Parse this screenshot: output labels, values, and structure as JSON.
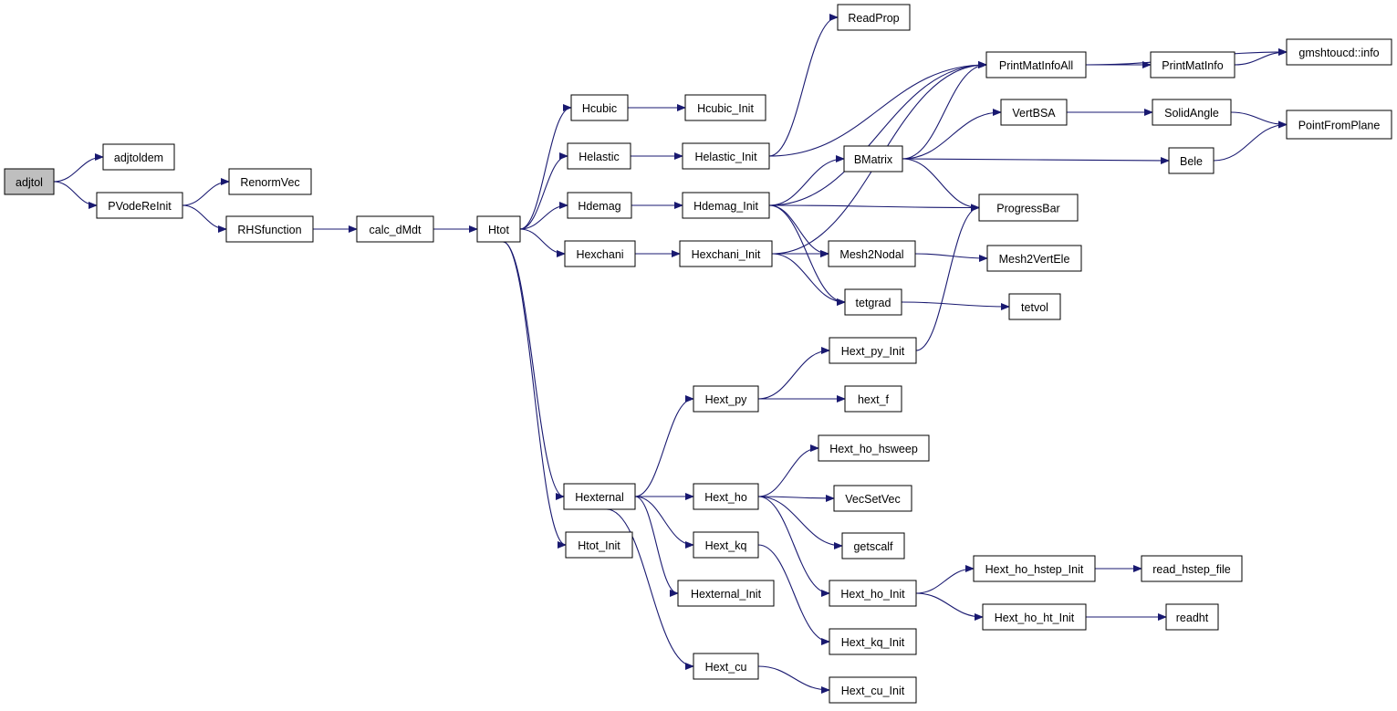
{
  "graph": {
    "root": "adjtol",
    "colors": {
      "edge": "#191970",
      "node_border": "#000000",
      "root_fill": "#bfbfbf",
      "node_fill": "#ffffff"
    },
    "nodes": [
      {
        "id": "adjtol",
        "label": "adjtol"
      },
      {
        "id": "adjtoldem",
        "label": "adjtoldem"
      },
      {
        "id": "PVodeReInit",
        "label": "PVodeReInit"
      },
      {
        "id": "RenormVec",
        "label": "RenormVec"
      },
      {
        "id": "RHSfunction",
        "label": "RHSfunction"
      },
      {
        "id": "calc_dMdt",
        "label": "calc_dMdt"
      },
      {
        "id": "Htot",
        "label": "Htot"
      },
      {
        "id": "Hcubic",
        "label": "Hcubic"
      },
      {
        "id": "Hcubic_Init",
        "label": "Hcubic_Init"
      },
      {
        "id": "Helastic",
        "label": "Helastic"
      },
      {
        "id": "Helastic_Init",
        "label": "Helastic_Init"
      },
      {
        "id": "Hdemag",
        "label": "Hdemag"
      },
      {
        "id": "Hdemag_Init",
        "label": "Hdemag_Init"
      },
      {
        "id": "Hexchani",
        "label": "Hexchani"
      },
      {
        "id": "Hexchani_Init",
        "label": "Hexchani_Init"
      },
      {
        "id": "ReadProp",
        "label": "ReadProp"
      },
      {
        "id": "PrintMatInfoAll",
        "label": "PrintMatInfoAll"
      },
      {
        "id": "PrintMatInfo",
        "label": "PrintMatInfo"
      },
      {
        "id": "gmshtoucd_info",
        "label": "gmshtoucd::info"
      },
      {
        "id": "VertBSA",
        "label": "VertBSA"
      },
      {
        "id": "SolidAngle",
        "label": "SolidAngle"
      },
      {
        "id": "PointFromPlane",
        "label": "PointFromPlane"
      },
      {
        "id": "BMatrix",
        "label": "BMatrix"
      },
      {
        "id": "Bele",
        "label": "Bele"
      },
      {
        "id": "ProgressBar",
        "label": "ProgressBar"
      },
      {
        "id": "Mesh2Nodal",
        "label": "Mesh2Nodal"
      },
      {
        "id": "Mesh2VertEle",
        "label": "Mesh2VertEle"
      },
      {
        "id": "tetgrad",
        "label": "tetgrad"
      },
      {
        "id": "tetvol",
        "label": "tetvol"
      },
      {
        "id": "Hext_py_Init",
        "label": "Hext_py_Init"
      },
      {
        "id": "Hext_py",
        "label": "Hext_py"
      },
      {
        "id": "hext_f",
        "label": "hext_f"
      },
      {
        "id": "Hext_ho_hsweep",
        "label": "Hext_ho_hsweep"
      },
      {
        "id": "Hexternal",
        "label": "Hexternal"
      },
      {
        "id": "Hext_ho",
        "label": "Hext_ho"
      },
      {
        "id": "VecSetVec",
        "label": "VecSetVec"
      },
      {
        "id": "getscalf",
        "label": "getscalf"
      },
      {
        "id": "Htot_Init",
        "label": "Htot_Init"
      },
      {
        "id": "Hext_kq",
        "label": "Hext_kq"
      },
      {
        "id": "Hext_ho_hstep_Init",
        "label": "Hext_ho_hstep_Init"
      },
      {
        "id": "read_hstep_file",
        "label": "read_hstep_file"
      },
      {
        "id": "Hexternal_Init",
        "label": "Hexternal_Init"
      },
      {
        "id": "Hext_ho_Init",
        "label": "Hext_ho_Init"
      },
      {
        "id": "Hext_ho_ht_Init",
        "label": "Hext_ho_ht_Init"
      },
      {
        "id": "readht",
        "label": "readht"
      },
      {
        "id": "Hext_kq_Init",
        "label": "Hext_kq_Init"
      },
      {
        "id": "Hext_cu",
        "label": "Hext_cu"
      },
      {
        "id": "Hext_cu_Init",
        "label": "Hext_cu_Init"
      }
    ],
    "edges": [
      [
        "adjtol",
        "adjtoldem"
      ],
      [
        "adjtol",
        "PVodeReInit"
      ],
      [
        "PVodeReInit",
        "RenormVec"
      ],
      [
        "PVodeReInit",
        "RHSfunction"
      ],
      [
        "RHSfunction",
        "calc_dMdt"
      ],
      [
        "calc_dMdt",
        "Htot"
      ],
      [
        "Htot",
        "Hcubic"
      ],
      [
        "Htot",
        "Helastic"
      ],
      [
        "Htot",
        "Hdemag"
      ],
      [
        "Htot",
        "Hexchani"
      ],
      [
        "Htot",
        "Hexternal"
      ],
      [
        "Htot",
        "Htot_Init"
      ],
      [
        "Hcubic",
        "Hcubic_Init"
      ],
      [
        "Helastic",
        "Helastic_Init"
      ],
      [
        "Helastic_Init",
        "ReadProp"
      ],
      [
        "Helastic_Init",
        "PrintMatInfoAll"
      ],
      [
        "Hdemag",
        "Hdemag_Init"
      ],
      [
        "Hdemag_Init",
        "PrintMatInfoAll"
      ],
      [
        "Hdemag_Init",
        "BMatrix"
      ],
      [
        "Hdemag_Init",
        "ProgressBar"
      ],
      [
        "Hdemag_Init",
        "Mesh2Nodal"
      ],
      [
        "Hdemag_Init",
        "tetgrad"
      ],
      [
        "Hexchani",
        "Hexchani_Init"
      ],
      [
        "Hexchani_Init",
        "PrintMatInfoAll"
      ],
      [
        "Hexchani_Init",
        "Mesh2Nodal"
      ],
      [
        "Hexchani_Init",
        "tetgrad"
      ],
      [
        "PrintMatInfoAll",
        "PrintMatInfo"
      ],
      [
        "PrintMatInfoAll",
        "gmshtoucd_info"
      ],
      [
        "PrintMatInfo",
        "gmshtoucd_info"
      ],
      [
        "BMatrix",
        "PrintMatInfoAll"
      ],
      [
        "BMatrix",
        "VertBSA"
      ],
      [
        "BMatrix",
        "Bele"
      ],
      [
        "BMatrix",
        "ProgressBar"
      ],
      [
        "VertBSA",
        "SolidAngle"
      ],
      [
        "SolidAngle",
        "PointFromPlane"
      ],
      [
        "Bele",
        "PointFromPlane"
      ],
      [
        "Mesh2Nodal",
        "Mesh2VertEle"
      ],
      [
        "tetgrad",
        "tetvol"
      ],
      [
        "Hexternal",
        "Hext_py"
      ],
      [
        "Hexternal",
        "Hext_ho"
      ],
      [
        "Hexternal",
        "Hext_kq"
      ],
      [
        "Hexternal",
        "Hexternal_Init"
      ],
      [
        "Hexternal",
        "Hext_cu"
      ],
      [
        "Hext_py",
        "Hext_py_Init"
      ],
      [
        "Hext_py",
        "hext_f"
      ],
      [
        "Hext_py_Init",
        "ProgressBar"
      ],
      [
        "Hext_ho",
        "Hext_ho_hsweep"
      ],
      [
        "Hext_ho",
        "VecSetVec"
      ],
      [
        "Hext_ho",
        "getscalf"
      ],
      [
        "Hext_ho",
        "Hext_ho_Init"
      ],
      [
        "Hext_ho_Init",
        "Hext_ho_hstep_Init"
      ],
      [
        "Hext_ho_Init",
        "Hext_ho_ht_Init"
      ],
      [
        "Hext_ho_hstep_Init",
        "read_hstep_file"
      ],
      [
        "Hext_ho_ht_Init",
        "readht"
      ],
      [
        "Hext_kq",
        "Hext_kq_Init"
      ],
      [
        "Hext_cu",
        "Hext_cu_Init"
      ]
    ]
  }
}
